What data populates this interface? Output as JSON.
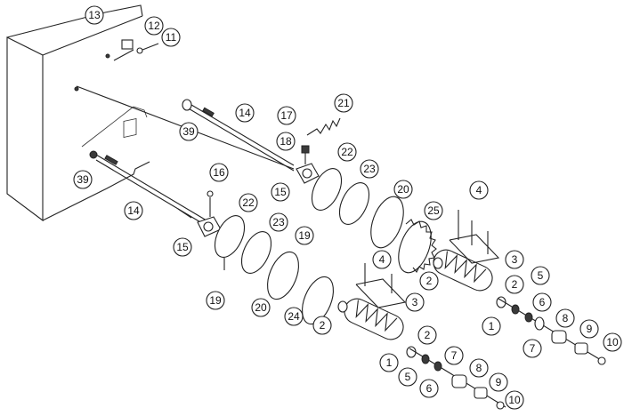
{
  "callouts": [
    {
      "id": "c13",
      "label": "13"
    },
    {
      "id": "c12",
      "label": "12"
    },
    {
      "id": "c11",
      "label": "11"
    },
    {
      "id": "c14a",
      "label": "14"
    },
    {
      "id": "c21",
      "label": "21"
    },
    {
      "id": "c17",
      "label": "17"
    },
    {
      "id": "c18",
      "label": "18"
    },
    {
      "id": "c39a",
      "label": "39"
    },
    {
      "id": "c39b",
      "label": "39"
    },
    {
      "id": "c22a",
      "label": "22"
    },
    {
      "id": "c23a",
      "label": "23"
    },
    {
      "id": "c15a",
      "label": "15"
    },
    {
      "id": "c20a",
      "label": "20"
    },
    {
      "id": "c4a",
      "label": "4"
    },
    {
      "id": "c25",
      "label": "25"
    },
    {
      "id": "c19a",
      "label": "19"
    },
    {
      "id": "c16",
      "label": "16"
    },
    {
      "id": "c14b",
      "label": "14"
    },
    {
      "id": "c22b",
      "label": "22"
    },
    {
      "id": "c23b",
      "label": "23"
    },
    {
      "id": "c15b",
      "label": "15"
    },
    {
      "id": "c19b",
      "label": "19"
    },
    {
      "id": "c20b",
      "label": "20"
    },
    {
      "id": "c24",
      "label": "24"
    },
    {
      "id": "c3a",
      "label": "3"
    },
    {
      "id": "c2a",
      "label": "2"
    },
    {
      "id": "c5a",
      "label": "5"
    },
    {
      "id": "c2b",
      "label": "2"
    },
    {
      "id": "c6a",
      "label": "6"
    },
    {
      "id": "c1a",
      "label": "1"
    },
    {
      "id": "c8a",
      "label": "8"
    },
    {
      "id": "c7a",
      "label": "7"
    },
    {
      "id": "c9a",
      "label": "9"
    },
    {
      "id": "c10a",
      "label": "10"
    },
    {
      "id": "c4b",
      "label": "4"
    },
    {
      "id": "c3b",
      "label": "3"
    },
    {
      "id": "c2c",
      "label": "2"
    },
    {
      "id": "c2d",
      "label": "2"
    },
    {
      "id": "c1b",
      "label": "1"
    },
    {
      "id": "c5b",
      "label": "5"
    },
    {
      "id": "c6b",
      "label": "6"
    },
    {
      "id": "c7b",
      "label": "7"
    },
    {
      "id": "c8b",
      "label": "8"
    },
    {
      "id": "c9b",
      "label": "9"
    },
    {
      "id": "c10b",
      "label": "10"
    }
  ]
}
